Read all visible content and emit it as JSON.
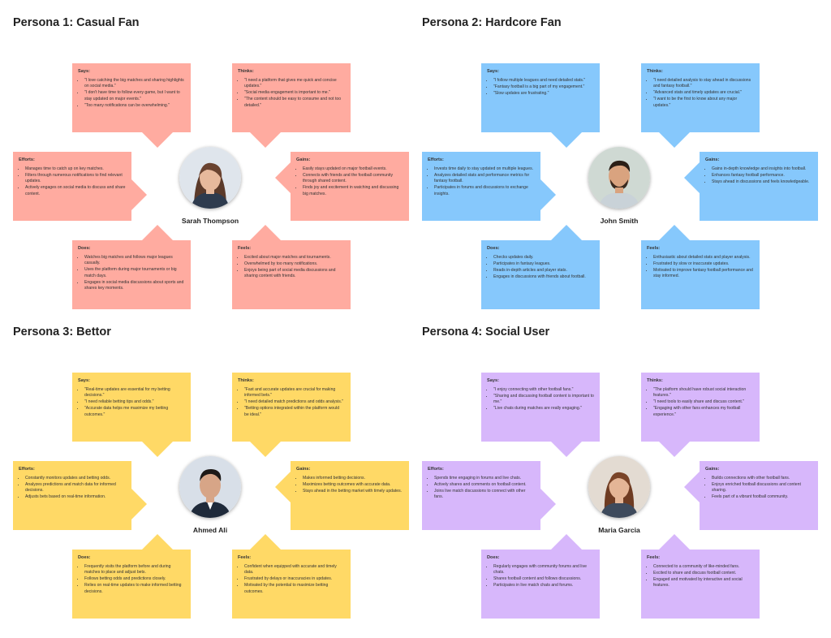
{
  "colors": {
    "casual": "#ffaba0",
    "hardcore": "#86c8fc",
    "bettor": "#ffd966",
    "social": "#d7b7fb"
  },
  "personas": [
    {
      "title": "Persona 1: Casual Fan",
      "name": "Sarah Thompson",
      "avatar_icon": "woman-portrait-icon",
      "says": {
        "label": "Says:",
        "items": [
          "\"I love catching the big matches and sharing highlights on social media.\"",
          "\"I don't have time to follow every game, but I want to stay updated on major events.\"",
          "\"Too many notifications can be overwhelming.\""
        ]
      },
      "thinks": {
        "label": "Thinks:",
        "items": [
          "\"I need a platform that gives me quick and concise updates.\"",
          "\"Social media engagement is important to me.\"",
          "\"The content should be easy to consume and not too detailed.\""
        ]
      },
      "efforts": {
        "label": "Efforts:",
        "items": [
          "Manages time to catch up on key matches.",
          "Filters through numerous notifications to find relevant updates.",
          "Actively engages on social media to discuss and share content."
        ]
      },
      "gains": {
        "label": "Gains:",
        "items": [
          "Easily stays updated on major football events.",
          "Connects with friends and the football community through shared content.",
          "Finds joy and excitement in watching and discussing big matches."
        ]
      },
      "does": {
        "label": "Does:",
        "items": [
          "Watches big matches and follows major leagues casually.",
          "Uses the platform during major tournaments or big match days.",
          "Engages in social media discussions about sports and shares key moments."
        ]
      },
      "feels": {
        "label": "Feels:",
        "items": [
          "Excited about major matches and tournaments.",
          "Overwhelmed by too many notifications.",
          "Enjoys being part of social media discussions and sharing content with friends."
        ]
      }
    },
    {
      "title": "Persona 2: Hardcore Fan",
      "name": "John Smith",
      "avatar_icon": "man-beard-portrait-icon",
      "says": {
        "label": "Says:",
        "items": [
          "\"I follow multiple leagues and need detailed stats.\"",
          "\"Fantasy football is a big part of my engagement.\"",
          "\"Slow updates are frustrating.\""
        ]
      },
      "thinks": {
        "label": "Thinks:",
        "items": [
          "\"I need detailed analysis to stay ahead in discussions and fantasy football.\"",
          "\"Advanced stats and timely updates are crucial.\"",
          "\"I want to be the first to know about any major updates.\""
        ]
      },
      "efforts": {
        "label": "Efforts:",
        "items": [
          "Invests time daily to stay updated on multiple leagues.",
          "Analyzes detailed stats and performance metrics for fantasy football.",
          "Participates in forums and discussions to exchange insights."
        ]
      },
      "gains": {
        "label": "Gains:",
        "items": [
          "Gains in-depth knowledge and insights into football.",
          "Enhances fantasy football performance.",
          "Stays ahead in discussions and feels knowledgeable."
        ]
      },
      "does": {
        "label": "Does:",
        "items": [
          "Checks updates daily.",
          "Participates in fantasy leagues.",
          "Reads in-depth articles and player stats.",
          "Engages in discussions with friends about football."
        ]
      },
      "feels": {
        "label": "Feels:",
        "items": [
          "Enthusiastic about detailed stats and player analysis.",
          "Frustrated by slow or inaccurate updates.",
          "Motivated to improve fantasy football performance and stay informed."
        ]
      }
    },
    {
      "title": "Persona 3: Bettor",
      "name": "Ahmed Ali",
      "avatar_icon": "man-portrait-icon",
      "says": {
        "label": "Says:",
        "items": [
          "\"Real-time updates are essential for my betting decisions.\"",
          "\"I need reliable betting tips and odds.\"",
          "\"Accurate data helps me maximize my betting outcomes.\""
        ]
      },
      "thinks": {
        "label": "Thinks:",
        "items": [
          "\"Fast and accurate updates are crucial for making informed bets.\"",
          "\"I need detailed match predictions and odds analysis.\"",
          "\"Betting options integrated within the platform would be ideal.\""
        ]
      },
      "efforts": {
        "label": "Efforts:",
        "items": [
          "Constantly monitors updates and betting odds.",
          "Analyzes predictions and match data for informed decisions.",
          "Adjusts bets based on real-time information."
        ]
      },
      "gains": {
        "label": "Gains:",
        "items": [
          "Makes informed betting decisions.",
          "Maximizes betting outcomes with accurate data.",
          "Stays ahead in the betting market with timely updates."
        ]
      },
      "does": {
        "label": "Does:",
        "items": [
          "Frequently visits the platform before and during matches to place and adjust bets.",
          "Follows betting odds and predictions closely.",
          "Relies on real-time updates to make informed betting decisions."
        ]
      },
      "feels": {
        "label": "Feels:",
        "items": [
          "Confident when equipped with accurate and timely data.",
          "Frustrated by delays or inaccuracies in updates.",
          "Motivated by the potential to maximize betting outcomes."
        ]
      }
    },
    {
      "title": "Persona 4: Social User",
      "name": "Maria Garcia",
      "avatar_icon": "woman-long-hair-portrait-icon",
      "says": {
        "label": "Says:",
        "items": [
          "\"I enjoy connecting with other football fans.\"",
          "\"Sharing and discussing football content is important to me.\"",
          "\"Live chats during matches are really engaging.\""
        ]
      },
      "thinks": {
        "label": "Thinks:",
        "items": [
          "\"The platform should have robust social interaction features.\"",
          "\"I need tools to easily share and discuss content.\"",
          "\"Engaging with other fans enhances my football experience.\""
        ]
      },
      "efforts": {
        "label": "Efforts:",
        "items": [
          "Spends time engaging in forums and live chats.",
          "Actively shares and comments on football content.",
          "Joins live match discussions to connect with other fans."
        ]
      },
      "gains": {
        "label": "Gains:",
        "items": [
          "Builds connections with other football fans.",
          "Enjoys enriched football discussions and content sharing.",
          "Feels part of a vibrant football community."
        ]
      },
      "does": {
        "label": "Does:",
        "items": [
          "Regularly engages with community forums and live chats.",
          "Shares football content and follows discussions.",
          "Participates in live match chats and forums."
        ]
      },
      "feels": {
        "label": "Feels:",
        "items": [
          "Connected to a community of like-minded fans.",
          "Excited to share and discuss football content.",
          "Engaged and motivated by interactive and social features."
        ]
      }
    }
  ]
}
